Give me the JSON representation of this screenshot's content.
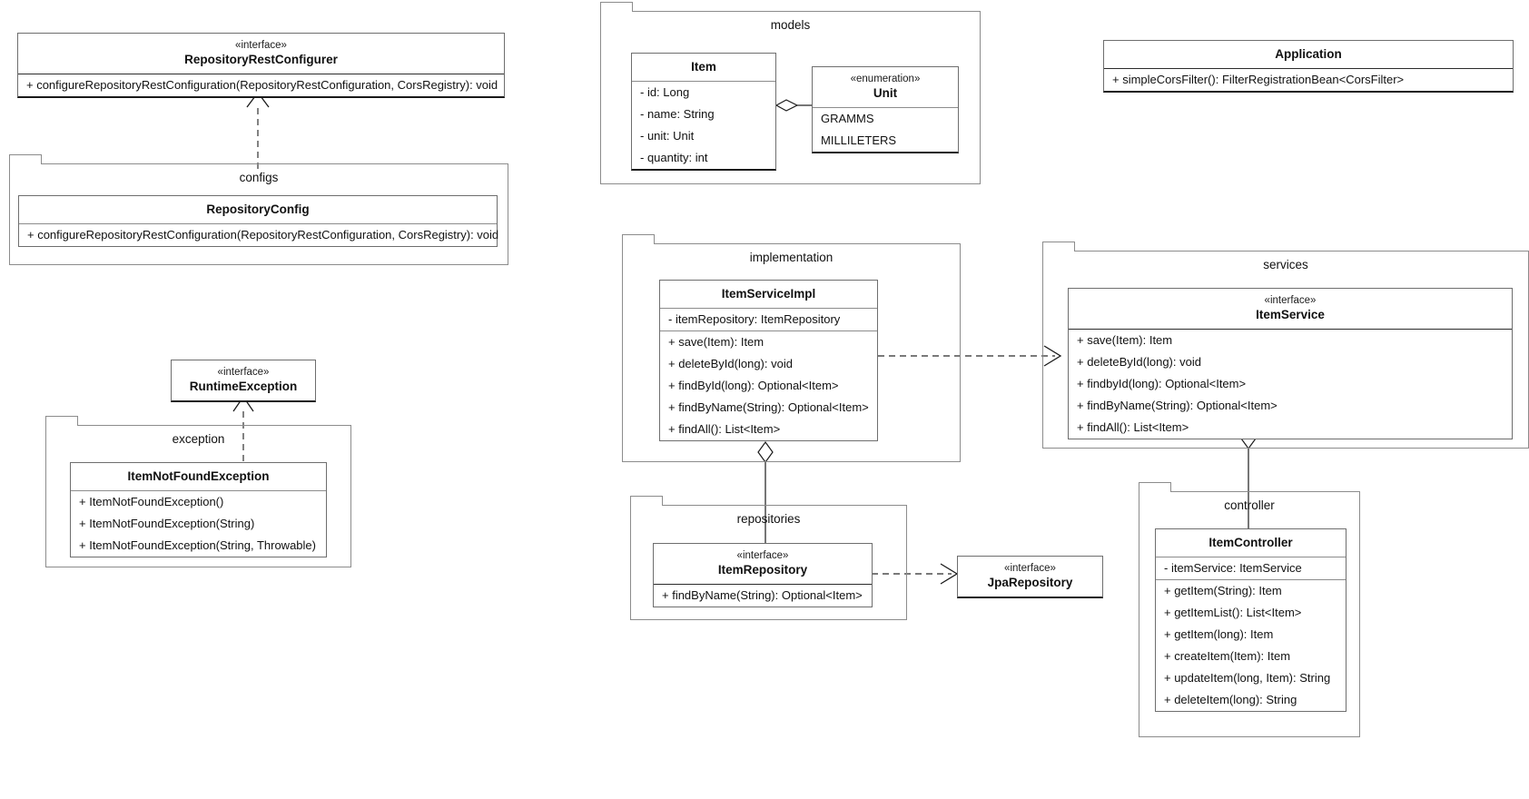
{
  "diagram": {
    "title": "UML class diagram",
    "packages": [
      {
        "id": "configs",
        "label": "configs"
      },
      {
        "id": "models",
        "label": "models"
      },
      {
        "id": "exception",
        "label": "exception"
      },
      {
        "id": "implementation",
        "label": "implementation"
      },
      {
        "id": "services",
        "label": "services"
      },
      {
        "id": "repositories",
        "label": "repositories"
      },
      {
        "id": "controller",
        "label": "controller"
      }
    ],
    "classes": {
      "repository_rest_configurer": {
        "stereotype": "«interface»",
        "name": "RepositoryRestConfigurer",
        "operations": [
          "+ configureRepositoryRestConfiguration(RepositoryRestConfiguration, CorsRegistry): void"
        ]
      },
      "repository_config": {
        "stereotype": "",
        "name": "RepositoryConfig",
        "operations": [
          "+ configureRepositoryRestConfiguration(RepositoryRestConfiguration, CorsRegistry): void"
        ]
      },
      "item": {
        "stereotype": "",
        "name": "Item",
        "attributes": [
          "- id: Long",
          "- name: String",
          "- unit: Unit",
          "- quantity: int"
        ]
      },
      "unit": {
        "stereotype": "«enumeration»",
        "name": "Unit",
        "literals": [
          "GRAMMS",
          "MILLILETERS"
        ]
      },
      "application": {
        "stereotype": "",
        "name": "Application",
        "operations": [
          "+ simpleCorsFilter(): FilterRegistrationBean<CorsFilter>"
        ]
      },
      "runtime_exception": {
        "stereotype": "«interface»",
        "name": "RuntimeException",
        "operations": []
      },
      "item_not_found_exception": {
        "stereotype": "",
        "name": "ItemNotFoundException",
        "operations": [
          "+ ItemNotFoundException()",
          "+ ItemNotFoundException(String)",
          "+ ItemNotFoundException(String, Throwable)"
        ]
      },
      "item_service_impl": {
        "stereotype": "",
        "name": "ItemServiceImpl",
        "attributes": [
          "- itemRepository: ItemRepository"
        ],
        "operations": [
          "+ save(Item): Item",
          "+ deleteById(long): void",
          "+ findById(long): Optional<Item>",
          "+ findByName(String): Optional<Item>",
          "+ findAll(): List<Item>"
        ]
      },
      "item_service": {
        "stereotype": "«interface»",
        "name": "ItemService",
        "operations": [
          "+ save(Item): Item",
          "+ deleteById(long): void",
          "+ findbyId(long): Optional<Item>",
          "+ findByName(String): Optional<Item>",
          "+ findAll(): List<Item>"
        ]
      },
      "item_repository": {
        "stereotype": "«interface»",
        "name": "ItemRepository",
        "operations": [
          "+ findByName(String): Optional<Item>"
        ]
      },
      "jpa_repository": {
        "stereotype": "«interface»",
        "name": "JpaRepository",
        "operations": []
      },
      "item_controller": {
        "stereotype": "",
        "name": "ItemController",
        "attributes": [
          "- itemService: ItemService"
        ],
        "operations": [
          "+ getItem(String): Item",
          "+ getItemList(): List<Item>",
          "+ getItem(long): Item",
          "+ createItem(Item): Item",
          "+ updateItem(long, Item): String",
          "+ deleteItem(long): String"
        ]
      }
    },
    "relationships": [
      {
        "name": "realization-repositoryconfig-to-repositoryrestconfigurer",
        "type": "realization",
        "from": "RepositoryConfig",
        "to": "RepositoryRestConfigurer"
      },
      {
        "name": "aggregation-item-to-unit",
        "type": "aggregation",
        "from": "Item",
        "to": "Unit"
      },
      {
        "name": "realization-itemnotfoundexception-to-runtimeexception",
        "type": "realization",
        "from": "ItemNotFoundException",
        "to": "RuntimeException"
      },
      {
        "name": "dependency-itemserviceimpl-to-itemservice",
        "type": "dependency",
        "from": "ItemServiceImpl",
        "to": "ItemService"
      },
      {
        "name": "aggregation-itemserviceimpl-to-itemrepository",
        "type": "aggregation",
        "from": "ItemServiceImpl",
        "to": "ItemRepository"
      },
      {
        "name": "dependency-itemrepository-to-jparepository",
        "type": "dependency",
        "from": "ItemRepository",
        "to": "JpaRepository"
      },
      {
        "name": "aggregation-itemservice-to-itemcontroller",
        "type": "aggregation",
        "from": "ItemService",
        "to": "ItemController"
      }
    ],
    "colors": {
      "background": "#ffffff",
      "line": "#1a1a1a",
      "package_border": "#8c8c8c",
      "class_border": "#6e6e6e",
      "text": "#111111"
    }
  }
}
